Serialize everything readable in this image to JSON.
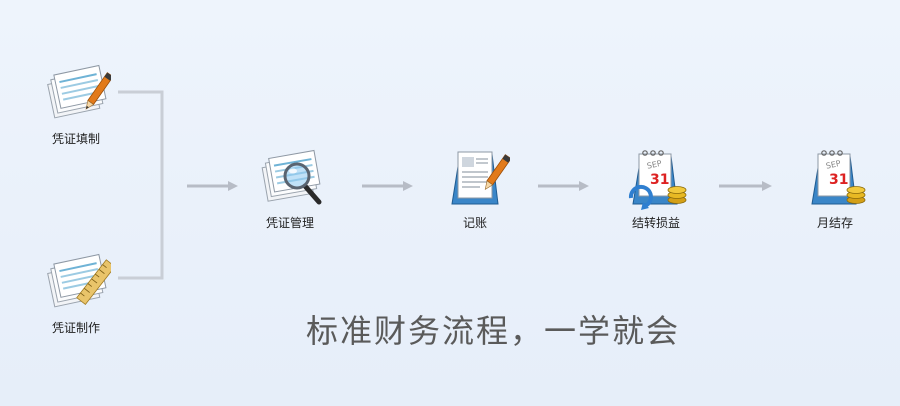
{
  "steps": {
    "voucher_fill": {
      "label": "凭证填制"
    },
    "voucher_make": {
      "label": "凭证制作"
    },
    "voucher_manage": {
      "label": "凭证管理"
    },
    "posting": {
      "label": "记账"
    },
    "carry_profit_loss": {
      "label": "结转损益"
    },
    "month_close": {
      "label": "月结存"
    }
  },
  "calendar": {
    "month": "SEP",
    "day": "31"
  },
  "slogan": "标准财务流程，一学就会",
  "colors": {
    "arrow": "#b7bcc6",
    "bracket": "#c9ced6",
    "text": "#222222",
    "slogan": "#5a5a5a"
  },
  "icons": {
    "voucher_fill": "documents-pen-icon",
    "voucher_make": "documents-ruler-icon",
    "voucher_manage": "documents-magnifier-icon",
    "posting": "notepad-pen-icon",
    "carry_profit_loss": "calendar-coins-refresh-icon",
    "month_close": "calendar-coins-icon"
  }
}
